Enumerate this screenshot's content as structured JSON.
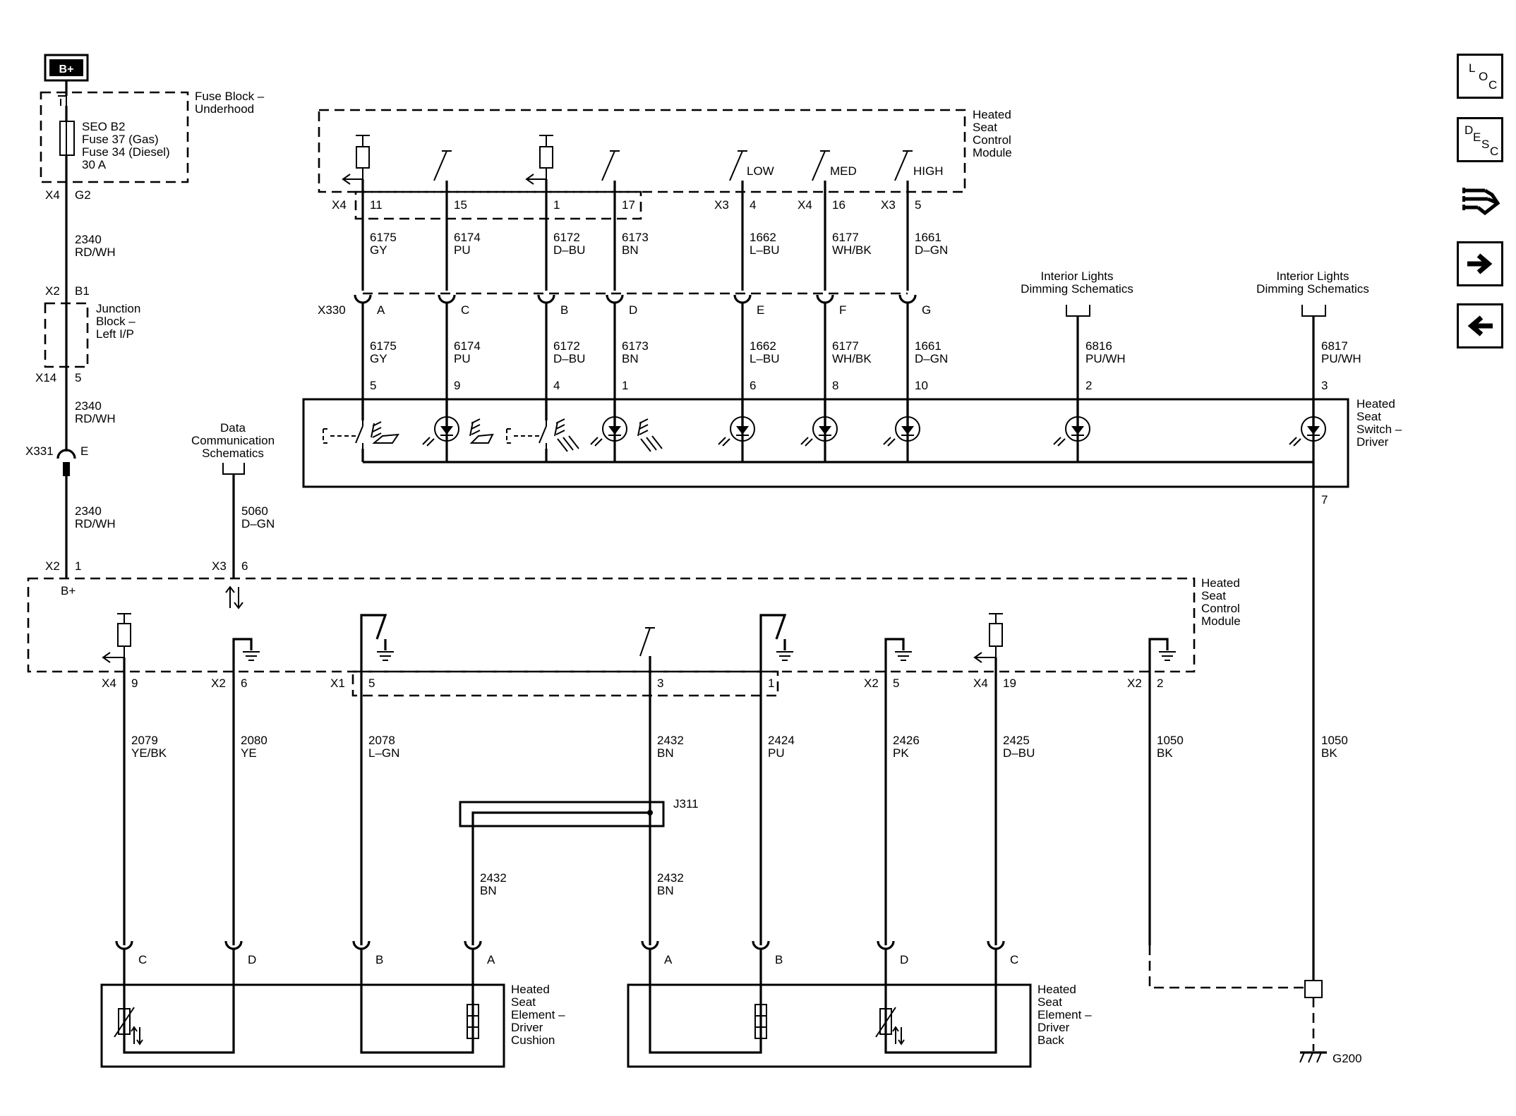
{
  "power": {
    "label": "B+"
  },
  "fuse_block": {
    "name": "Fuse Block –",
    "name2": "Underhood",
    "fuse_lines": [
      "SEO B2",
      "Fuse 37 (Gas)",
      "Fuse 34 (Diesel)",
      "30 A"
    ],
    "connector": "X4",
    "pin": "G2"
  },
  "wire_2340": {
    "number": "2340",
    "color": "RD/WH"
  },
  "junction_block": {
    "lines": [
      "Junction",
      "Block –",
      "Left I/P"
    ],
    "conn_top": "X2",
    "pin_top": "B1",
    "conn_bottom": "X14",
    "pin_bottom": "5"
  },
  "inline_x331": {
    "connector": "X331",
    "pin": "E"
  },
  "data_comm": {
    "lines": [
      "Data",
      "Communication",
      "Schematics"
    ],
    "wire": "5060",
    "color": "D–GN",
    "connector": "X3",
    "pin": "6"
  },
  "hscm_top": {
    "title": [
      "Heated",
      "Seat",
      "Control",
      "Module"
    ],
    "switch_labels": [
      "LOW",
      "MED",
      "HIGH"
    ],
    "pins": [
      {
        "conn": "X4",
        "pin": "11",
        "wire": "6175",
        "color": "GY"
      },
      {
        "conn": "",
        "pin": "15",
        "wire": "6174",
        "color": "PU"
      },
      {
        "conn": "",
        "pin": "1",
        "wire": "6172",
        "color": "D–BU"
      },
      {
        "conn": "",
        "pin": "17",
        "wire": "6173",
        "color": "BN"
      },
      {
        "conn": "X3",
        "pin": "4",
        "wire": "1662",
        "color": "L–BU"
      },
      {
        "conn": "X4",
        "pin": "16",
        "wire": "6177",
        "color": "WH/BK"
      },
      {
        "conn": "X3",
        "pin": "5",
        "wire": "1661",
        "color": "D–GN"
      }
    ]
  },
  "x330": {
    "connector": "X330",
    "letters": [
      "A",
      "C",
      "B",
      "D",
      "E",
      "F",
      "G"
    ]
  },
  "interior_lights": {
    "lines": [
      "Interior Lights",
      "Dimming Schematics"
    ],
    "wires": [
      {
        "wire": "6816",
        "color": "PU/WH",
        "pin": "2"
      },
      {
        "wire": "6817",
        "color": "PU/WH",
        "pin": "3"
      }
    ]
  },
  "switch_driver": {
    "title": [
      "Heated",
      "Seat",
      "Switch –",
      "Driver"
    ],
    "pins": [
      "5",
      "9",
      "4",
      "1",
      "6",
      "8",
      "10"
    ],
    "ground_pin": "7"
  },
  "hscm_bottom": {
    "title": [
      "Heated",
      "Seat",
      "Control",
      "Module"
    ],
    "bplus": "B+",
    "pins": [
      {
        "conn": "X4",
        "pin": "9",
        "wire": "2079",
        "color": "YE/BK"
      },
      {
        "conn": "X2",
        "pin": "6",
        "wire": "2080",
        "color": "YE"
      },
      {
        "conn": "X1",
        "pin": "5",
        "wire": "2078",
        "color": "L–GN"
      },
      {
        "conn": "",
        "pin": "3",
        "wire": "2432",
        "color": "BN"
      },
      {
        "conn": "",
        "pin": "1",
        "wire": "2424",
        "color": "PU"
      },
      {
        "conn": "X2",
        "pin": "5",
        "wire": "2426",
        "color": "PK"
      },
      {
        "conn": "X4",
        "pin": "19",
        "wire": "2425",
        "color": "D–BU"
      },
      {
        "conn": "X2",
        "pin": "2",
        "wire": "1050",
        "color": "BK"
      }
    ],
    "supply": {
      "conn": "X2",
      "pin": "1"
    }
  },
  "splice": {
    "name": "J311",
    "wire": "2432",
    "color": "BN"
  },
  "ground_wire": {
    "wire": "1050",
    "color": "BK",
    "ground": "G200"
  },
  "cushion": {
    "title": [
      "Heated",
      "Seat",
      "Element –",
      "Driver",
      "Cushion"
    ],
    "letters": [
      "C",
      "D",
      "B",
      "A"
    ]
  },
  "back": {
    "title": [
      "Heated",
      "Seat",
      "Element –",
      "Driver",
      "Back"
    ],
    "letters": [
      "A",
      "B",
      "D",
      "C"
    ]
  },
  "nav": {
    "loc": [
      "L",
      "O",
      "C"
    ],
    "desc": [
      "D",
      "E",
      "S",
      "C"
    ],
    "icons": [
      "connector-icon",
      "arrow-right-icon",
      "arrow-left-icon"
    ]
  }
}
